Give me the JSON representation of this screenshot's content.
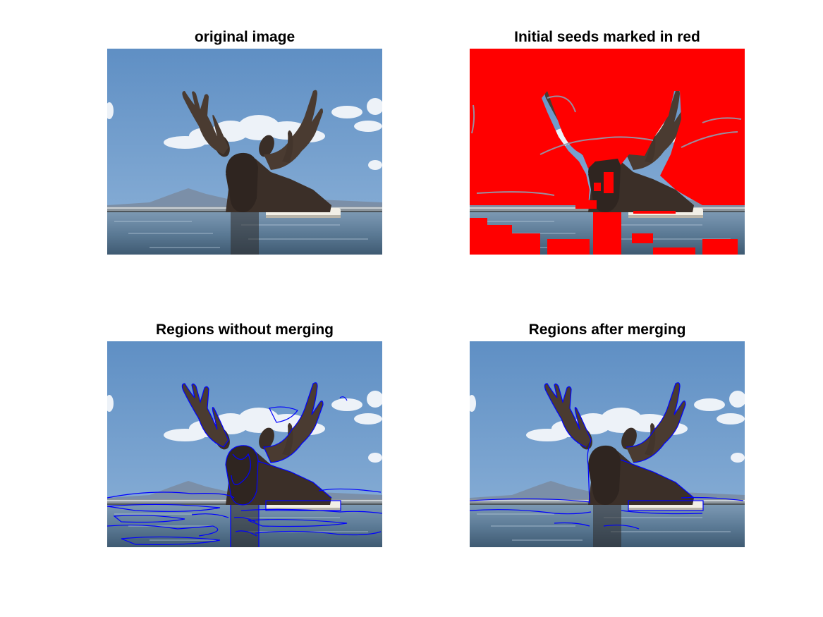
{
  "figure": {
    "panels": [
      {
        "title": "original image"
      },
      {
        "title": "Initial seeds marked in red"
      },
      {
        "title": "Regions without merging"
      },
      {
        "title": "Regions after merging"
      }
    ]
  },
  "colors": {
    "seed_color": "#ff0000",
    "boundary_color": "#0000ff",
    "sky": "#6a96c8",
    "water": "#5d7d99",
    "moose": "#3d3029"
  }
}
